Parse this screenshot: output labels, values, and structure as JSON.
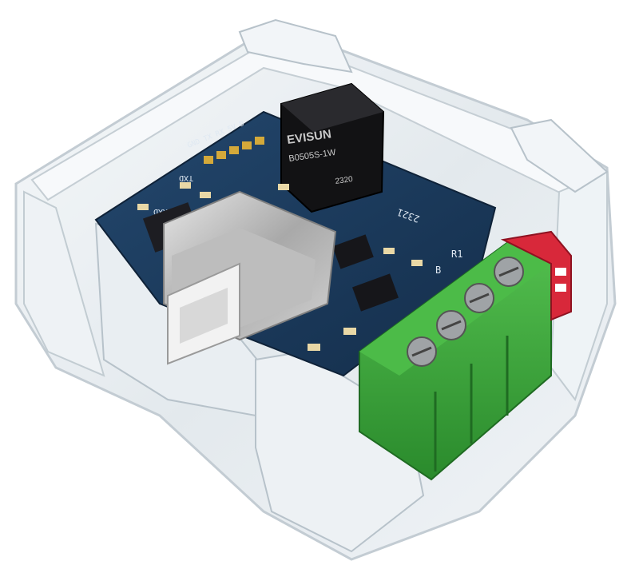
{
  "module": {
    "brand": "EVISUN",
    "part": "B0505S-1W",
    "code": "2320"
  },
  "pcb": {
    "pin_labels": "GND TX RX 5V D",
    "label_txd": "TXD",
    "label_rxd": "RXD",
    "date_code": "2321",
    "label_r": "R1",
    "label_b": "B"
  },
  "colors": {
    "pcb": "#1b3a5c",
    "terminal": "#3aa33a",
    "dip_switch": "#d8283a",
    "usb_port": "#c8c8c8",
    "case": "#e8eef2"
  },
  "icons": {
    "terminal_screws": "screw-icon",
    "dip": "dip-switch-icon"
  }
}
